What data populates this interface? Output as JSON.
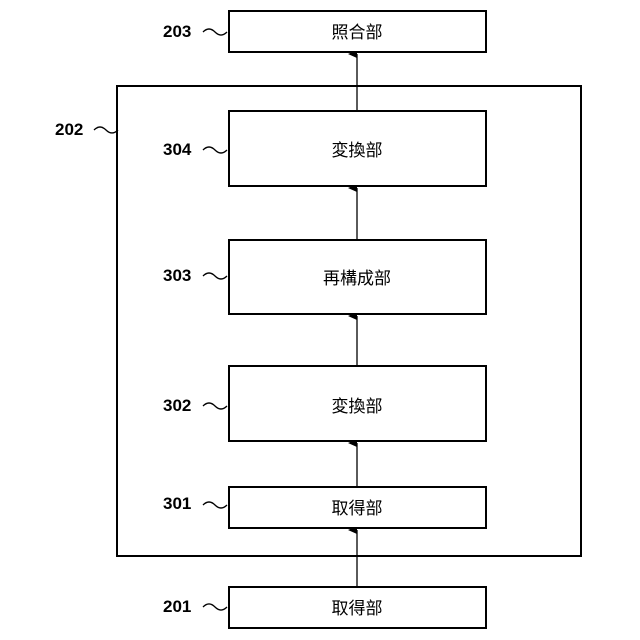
{
  "outer_group": {
    "ref": "202"
  },
  "blocks": [
    {
      "id": "match",
      "ref": "203",
      "label": "照合部"
    },
    {
      "id": "convert-2",
      "ref": "304",
      "label": "変換部"
    },
    {
      "id": "reconstruct",
      "ref": "303",
      "label": "再構成部"
    },
    {
      "id": "convert-1",
      "ref": "302",
      "label": "変換部"
    },
    {
      "id": "acquire-inner",
      "ref": "301",
      "label": "取得部"
    },
    {
      "id": "acquire-outer",
      "ref": "201",
      "label": "取得部"
    }
  ],
  "colors": {
    "stroke": "#000000",
    "background": "#ffffff"
  }
}
